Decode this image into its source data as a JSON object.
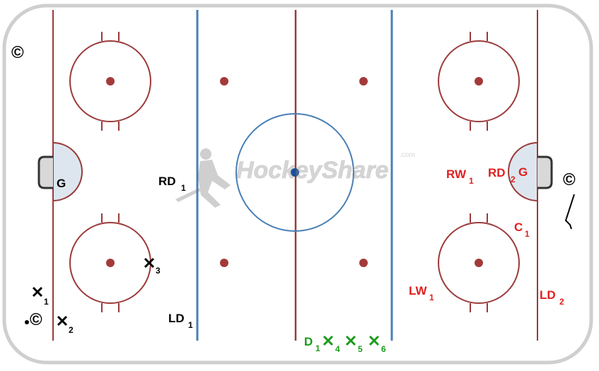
{
  "watermark": {
    "text": "HockeyShare",
    "suffix": ".com"
  },
  "colors": {
    "rink_border": "#c9c9c9",
    "red_line": "#9b3a3a",
    "blue_line": "#4a7fb5",
    "center_circle": "#4a7fb5",
    "faceoff_dot": "#a33a3a",
    "crease_fill": "#dde6ef",
    "home_team": "#000000",
    "away_team": "#e02020",
    "green_team": "#1a9a1a"
  },
  "labels": {
    "coach_top_left": "©",
    "coach_bottom_left": "©",
    "coach_right": "©",
    "goalie_left": "G",
    "goalie_right": "G",
    "rd_black": "RD",
    "rd_black_sub": "1",
    "ld_black": "LD",
    "ld_black_sub": "1",
    "x1_sub": "1",
    "x2_sub": "2",
    "x3_sub": "3",
    "rw_red": "RW",
    "rw_red_sub": "1",
    "rd_red": "RD",
    "rd_red_sub": "2",
    "c_red": "C",
    "c_red_sub": "1",
    "lw_red": "LW",
    "lw_red_sub": "1",
    "ld_red": "LD",
    "ld_red_sub": "2",
    "d_green": "D",
    "d_green_sub": "1",
    "x4_sub": "4",
    "x5_sub": "5",
    "x6_sub": "6"
  }
}
